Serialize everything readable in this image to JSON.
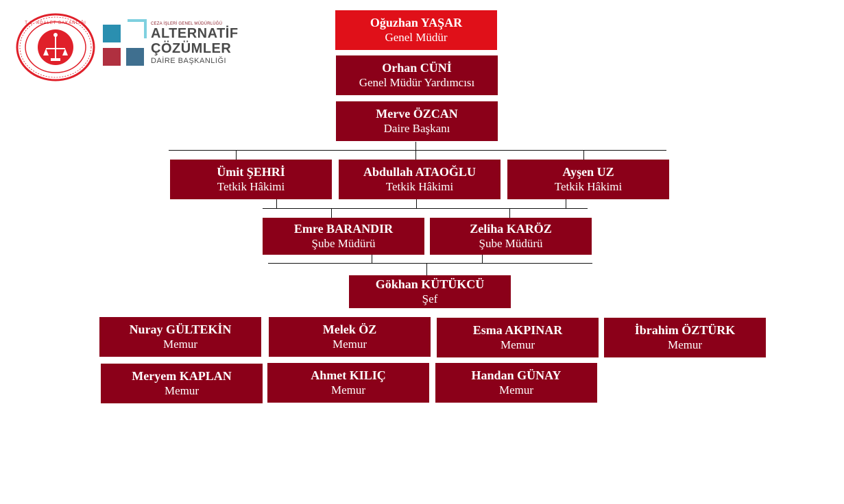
{
  "logos": {
    "seal_text": "TÜRKİYE CUMHURİYETİ ADALET BAKANLIĞI",
    "brand_sub": "CEZA İŞLERİ GENEL MÜDÜRLÜĞÜ",
    "brand_line1": "ALTERNATİF",
    "brand_line2": "ÇÖZÜMLER",
    "brand_line3": "DAİRE BAŞKANLIĞI",
    "colors": {
      "seal_red": "#e0202a",
      "teal": "#2a8fb0",
      "light_teal": "#7fd0df",
      "dark_red": "#b03040",
      "slate": "#3f6f8f"
    }
  },
  "colors": {
    "top_box": "#e01019",
    "box": "#8b0019",
    "text": "#ffffff",
    "line": "#111111"
  },
  "people": {
    "gm": {
      "name": "Oğuzhan YAŞAR",
      "title": "Genel Müdür"
    },
    "gmy": {
      "name": "Orhan CÜNİ",
      "title": "Genel Müdür Yardımcısı"
    },
    "db": {
      "name": "Merve ÖZCAN",
      "title": "Daire Başkanı"
    },
    "th1": {
      "name": "Ümit ŞEHRİ",
      "title": "Tetkik Hâkimi"
    },
    "th2": {
      "name": "Abdullah ATAOĞLU",
      "title": "Tetkik Hâkimi"
    },
    "th3": {
      "name": "Ayşen UZ",
      "title": "Tetkik Hâkimi"
    },
    "sm1": {
      "name": "Emre BARANDIR",
      "title": "Şube Müdürü"
    },
    "sm2": {
      "name": "Zeliha KARÖZ",
      "title": "Şube Müdürü"
    },
    "sef": {
      "name": "Gökhan KÜTÜKCÜ",
      "title": "Şef"
    },
    "m1": {
      "name": "Nuray GÜLTEKİN",
      "title": "Memur"
    },
    "m2": {
      "name": "Melek ÖZ",
      "title": "Memur"
    },
    "m3": {
      "name": "Esma AKPINAR",
      "title": "Memur"
    },
    "m4": {
      "name": "İbrahim ÖZTÜRK",
      "title": "Memur"
    },
    "m5": {
      "name": "Meryem KAPLAN",
      "title": "Memur"
    },
    "m6": {
      "name": "Ahmet KILIÇ",
      "title": "Memur"
    },
    "m7": {
      "name": "Handan GÜNAY",
      "title": "Memur"
    }
  }
}
